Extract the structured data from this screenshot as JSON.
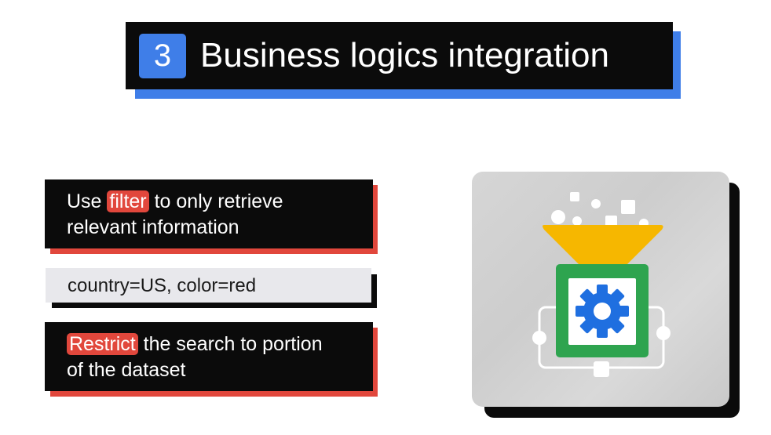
{
  "title": {
    "number": "3",
    "text": "Business logics integration"
  },
  "cards": {
    "filter": {
      "prefix": "Use ",
      "highlight": "filter",
      "suffix_line1": " to only retrieve",
      "line2": "relevant information"
    },
    "example": {
      "text": "country=US, color=red"
    },
    "restrict": {
      "highlight": "Restrict",
      "suffix_line1": " the search to portion",
      "line2": "of the dataset"
    }
  },
  "illustration": {
    "icons": [
      "funnel-icon",
      "gear-icon"
    ]
  },
  "colors": {
    "accent_blue": "#3f7ee8",
    "accent_red": "#e1473c",
    "funnel_yellow": "#f6b700",
    "box_green": "#2ea44f",
    "gear_blue": "#1f6fe0"
  }
}
